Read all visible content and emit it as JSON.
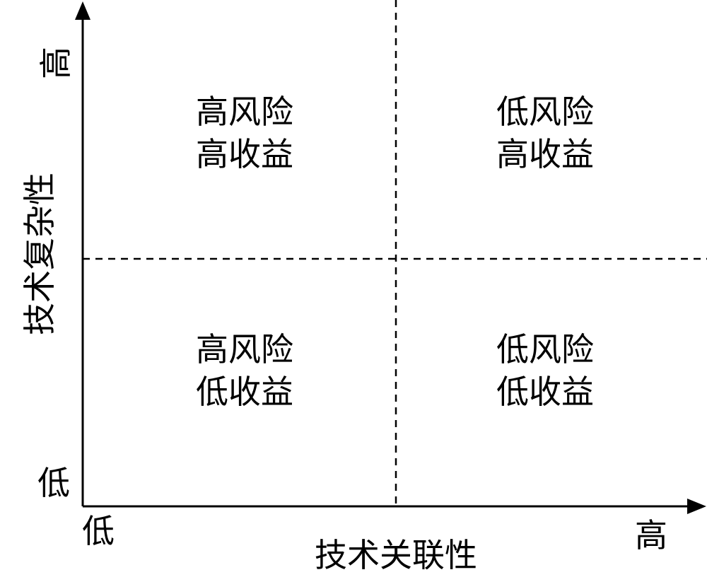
{
  "axes": {
    "x_title": "技术关联性",
    "y_title": "技术复杂性",
    "x_low": "低",
    "x_high": "高",
    "y_low": "低",
    "y_high": "高"
  },
  "quadrants": {
    "top_left": {
      "line1": "高风险",
      "line2": "高收益"
    },
    "top_right": {
      "line1": "低风险",
      "line2": "高收益"
    },
    "bottom_left": {
      "line1": "高风险",
      "line2": "低收益"
    },
    "bottom_right": {
      "line1": "低风险",
      "line2": "低收益"
    }
  }
}
